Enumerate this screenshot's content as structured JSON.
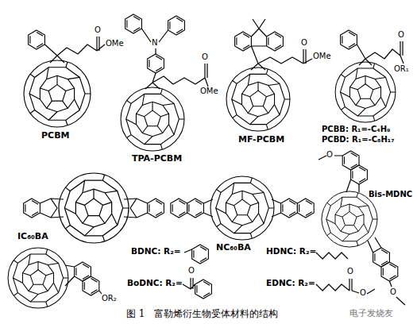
{
  "diagram": {
    "caption": "图 1　富勒烯衍生物受体材料的结构",
    "labels": [
      "O",
      "OMe",
      "PCBM",
      "N",
      "O",
      "OMe",
      "TPA-PCBM",
      "O",
      "OMe",
      "MF-PCBM",
      "O",
      "OR₁",
      "PCBB: R₁=-C₄H₉",
      "PCBD: R₁=-C₈H₁₇",
      "IC₆₀BA",
      "NC₆₀BA",
      "O",
      "Bis-MDNC",
      "O",
      "OR₂",
      "BDNC: R₂=",
      "HDNC: R₂=",
      "BoDNC: R₂=",
      "EDNC: R₂=",
      "O",
      "O",
      "O",
      "电子发烧友"
    ]
  }
}
